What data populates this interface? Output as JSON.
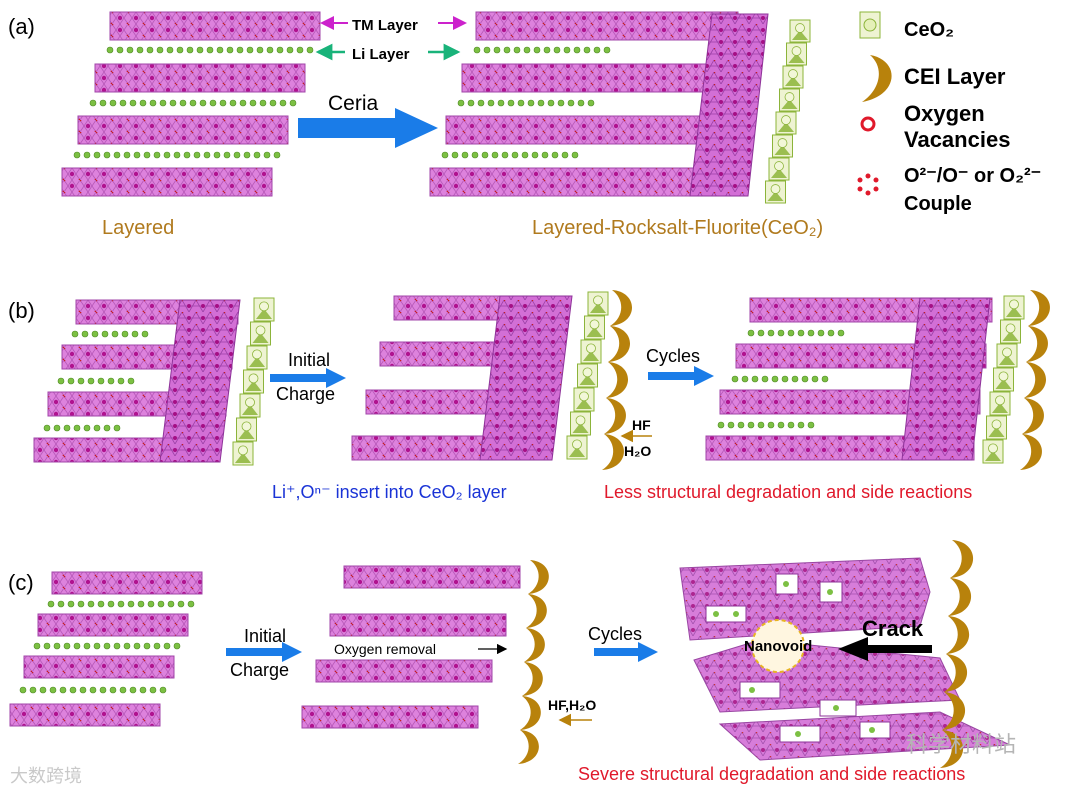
{
  "panels": {
    "a": {
      "label": "(a)",
      "tm_layer": "TM Layer",
      "li_layer": "Li Layer",
      "arrow_label": "Ceria",
      "left_caption": "Layered",
      "right_caption": "Layered-Rocksalt-Fluorite(CeO₂)"
    },
    "b": {
      "label": "(b)",
      "arrow1_line1": "Initial",
      "arrow1_line2": "Charge",
      "arrow2_label": "Cycles",
      "hf": "HF",
      "h2o": "H₂O",
      "caption_left": "Li⁺,Oⁿ⁻ insert into CeO₂ layer",
      "caption_right": "Less structural degradation and side reactions"
    },
    "c": {
      "label": "(c)",
      "arrow1_line1": "Initial",
      "arrow1_line2": "Charge",
      "oxygen_removal": "Oxygen removal",
      "hf_h2o": "HF,H₂O",
      "arrow2_label": "Cycles",
      "nanovoid": "Nanovoid",
      "crack": "Crack",
      "caption": "Severe structural degradation and side reactions"
    }
  },
  "legend": {
    "ceo2": "CeO₂",
    "cei": "CEI Layer",
    "ov_line1": "Oxygen",
    "ov_line2": "Vacancies",
    "couple_line1": "O²⁻/O⁻ or O₂²⁻",
    "couple_line2": "Couple"
  },
  "watermarks": {
    "left": "大数跨境",
    "right": "科学材料站"
  },
  "colors": {
    "tm_fill": "#d977d9",
    "tm_stroke": "#a044a8",
    "li_dot": "#7cc043",
    "o_atom": "#c81e1e",
    "ceria_fill": "#eef3d2",
    "ceria_tri": "#8cb43a",
    "cei": "#b8820c",
    "arrow_blue": "#1a7ce8",
    "caption_brown": "#b07a1e",
    "caption_blue": "#1a33d6",
    "caption_red": "#e0192b",
    "label_magenta": "#cc22cc",
    "label_green": "#19b37a"
  }
}
